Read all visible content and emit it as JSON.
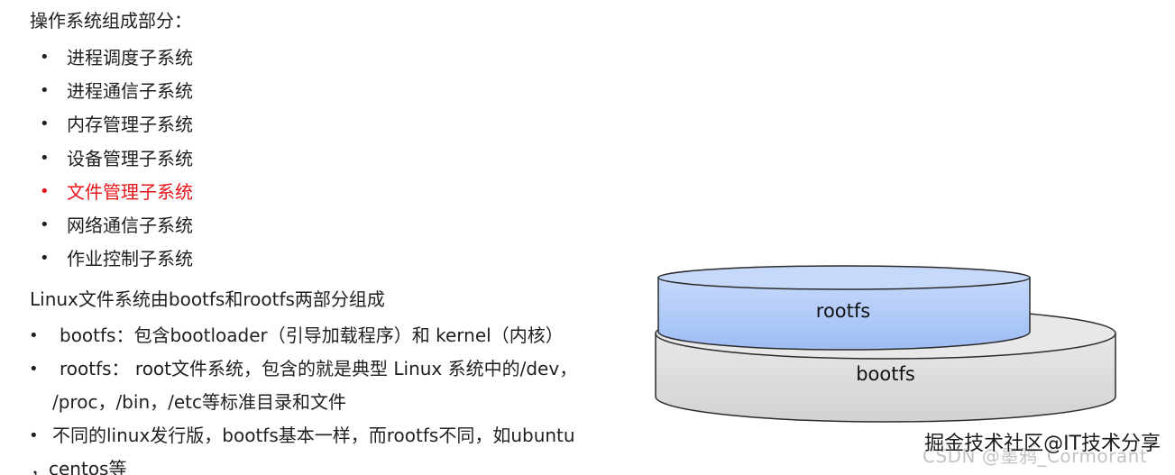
{
  "heading": "操作系统组成部分：",
  "bullet_glyph": "•",
  "subsystems": [
    {
      "label": "进程调度子系统"
    },
    {
      "label": "进程通信子系统"
    },
    {
      "label": "内存管理子系统"
    },
    {
      "label": "设备管理子系统"
    },
    {
      "label": "文件管理子系统",
      "highlight": "#e8141a"
    },
    {
      "label": "网络通信子系统"
    },
    {
      "label": "作业控制子系统"
    }
  ],
  "fs_intro": "Linux文件系统由bootfs和rootfs两部分组成",
  "fs_items": [
    {
      "text": " bootfs：包含bootloader（引导加载程序）和 kernel（内核）"
    },
    {
      "text": " rootfs： root文件系统，包含的就是典型 Linux 系统中的/dev，",
      "continuation": "/proc，/bin，/etc等标准目录和文件"
    },
    {
      "text": "不同的linux发行版，bootfs基本一样，而rootfs不同，如ubuntu",
      "continuation": "，centos等"
    }
  ],
  "diagram": {
    "top_layer": "rootfs",
    "bottom_layer": "bootfs",
    "colors": {
      "top_fill": "#9dbdf4",
      "top_fill_light": "#c6d9fb",
      "bottom_fill": "#d2d2d2",
      "bottom_fill_light": "#e8e8e8",
      "outline": "#2b2b2b"
    }
  },
  "watermark": "掘金技术社区@IT技术分享",
  "watermark_faint": "CSDN @墨鸦_Cormorant"
}
